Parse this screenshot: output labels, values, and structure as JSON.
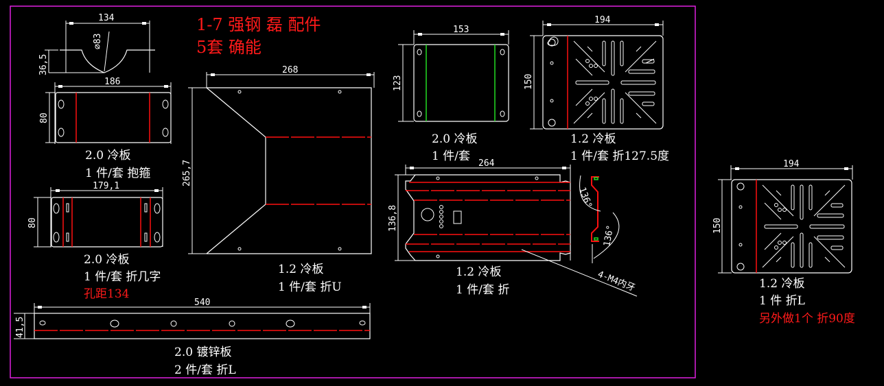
{
  "title": {
    "line1": "1-7 强钢 磊 配件",
    "line2": "5套   确能"
  },
  "colors": {
    "background": "#000000",
    "outline": "#ffffff",
    "bend_line": "#ff1010",
    "green_line": "#22dd22",
    "frame": "#e020e0",
    "note_text": "#ff1a1a"
  },
  "parts": {
    "clamp": {
      "dims": {
        "top_width": "134",
        "diameter": "⌀83",
        "height": "36,5",
        "flat_width": "186",
        "flat_height": "80"
      },
      "label1": "2.0 冷板",
      "label2": "1 件/套 抱箍"
    },
    "bracket_ji": {
      "dims": {
        "width": "179,1",
        "height": "80"
      },
      "label1": "2.0 冷板",
      "label2": "1 件/套 折几字",
      "note": "孔距134"
    },
    "u_plate": {
      "dims": {
        "width": "268",
        "height": "265,7"
      },
      "label1": "1.2 冷板",
      "label2": "1 件/套   折U"
    },
    "plate_153": {
      "dims": {
        "width": "153",
        "height": "123"
      },
      "label1": "2.0 冷板",
      "label2": "1 件/套"
    },
    "mesh_plate_a": {
      "dims": {
        "width": "194",
        "height": "150"
      },
      "label1": "1.2 冷板",
      "label2": "1 件/套   折127.5度"
    },
    "channel_264": {
      "dims": {
        "width": "264",
        "height": "136,8",
        "angle1": "136°",
        "angle2": "136°",
        "thread": "4-M4内牙"
      },
      "label1": "1.2 冷板",
      "label2": "1 件/套   折"
    },
    "mesh_plate_b": {
      "dims": {
        "width": "194",
        "height": "150"
      },
      "label1": "1.2 冷板",
      "label2": "1 件   折L",
      "note": "另外做1个  折90度"
    },
    "strip_540": {
      "dims": {
        "width": "540",
        "height": "41,5"
      },
      "label1": "2.0 镀锌板",
      "label2": "2 件/套 折L"
    }
  }
}
